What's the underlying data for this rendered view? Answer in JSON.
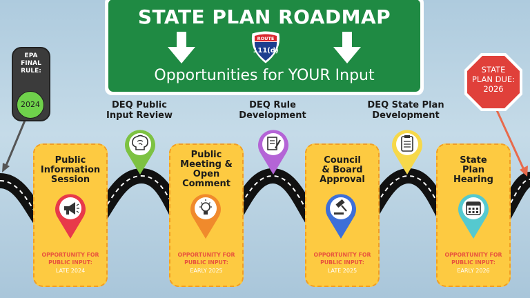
{
  "sign": {
    "title": "STATE PLAN ROADMAP",
    "shield_route": "ROUTE",
    "shield_number": "111(d)",
    "subtitle": "Opportunities for YOUR Input"
  },
  "traffic_light": {
    "label_line1": "EPA",
    "label_line2": "FINAL",
    "label_line3": "RULE:",
    "year": "2024"
  },
  "stop_sign": {
    "line1": "STATE",
    "line2": "PLAN DUE:",
    "year": "2026"
  },
  "stages_above": [
    {
      "line1": "DEQ Public",
      "line2": "Input Review",
      "icon": "brain-icon",
      "color": "#7dc242"
    },
    {
      "line1": "DEQ Rule",
      "line2": "Development",
      "icon": "document-edit-icon",
      "color": "#b464d6"
    },
    {
      "line1": "DEQ State Plan",
      "line2": "Development",
      "icon": "clipboard-checklist-icon",
      "color": "#f6d84a"
    }
  ],
  "cards": [
    {
      "line1": "Public",
      "line2": "Information",
      "line3": "Session",
      "opp1": "OPPORTUNITY FOR",
      "opp2": "PUBLIC INPUT:",
      "date": "LATE 2024",
      "icon": "megaphone-icon",
      "color": "#e8394a"
    },
    {
      "line1": "Public",
      "line2": "Meeting &",
      "line3": "Open",
      "line4": "Comment",
      "opp1": "OPPORTUNITY FOR",
      "opp2": "PUBLIC INPUT:",
      "date": "EARLY 2025",
      "icon": "lightbulb-icon",
      "color": "#f08a2c"
    },
    {
      "line1": "Council",
      "line2": "& Board",
      "line3": "Approval",
      "opp1": "OPPORTUNITY FOR",
      "opp2": "PUBLIC INPUT:",
      "date": "LATE 2025",
      "icon": "gavel-icon",
      "color": "#3d6fd8"
    },
    {
      "line1": "State",
      "line2": "Plan",
      "line3": "Hearing",
      "opp1": "OPPORTUNITY FOR",
      "opp2": "PUBLIC INPUT:",
      "date": "EARLY 2026",
      "icon": "calendar-icon",
      "color": "#55c9cf"
    }
  ],
  "colors": {
    "sign_green": "#1f8a43",
    "road": "#111111",
    "card_yellow": "#fdca41",
    "stop_red": "#e0403a"
  }
}
